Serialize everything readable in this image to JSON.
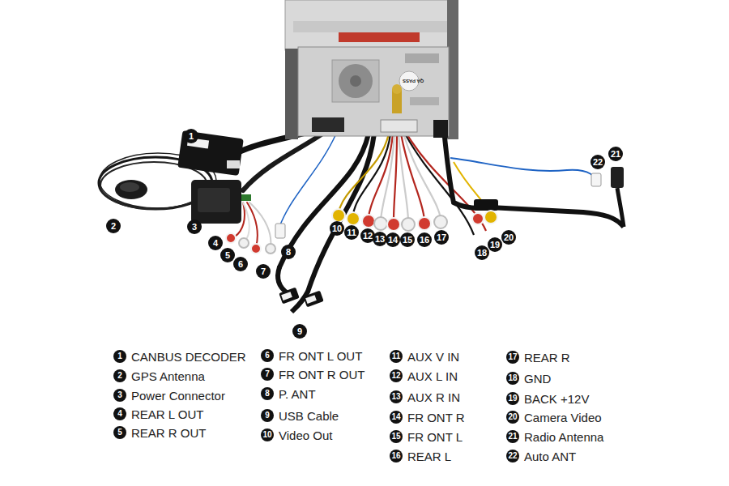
{
  "diagram": {
    "nodes": [
      {
        "text": [
          "1"
        ]
      },
      {
        "text": [
          "2"
        ]
      },
      {
        "text": [
          "3"
        ]
      },
      {
        "text": [
          "4"
        ]
      },
      {
        "text": [
          "5"
        ]
      },
      {
        "text": [
          "6"
        ]
      },
      {
        "text": [
          "7"
        ]
      },
      {
        "text": [
          "8"
        ]
      },
      {
        "text": [
          "9"
        ]
      },
      {
        "text": [
          "10"
        ]
      },
      {
        "text": [
          "11"
        ]
      },
      {
        "text": [
          "12"
        ]
      },
      {
        "text": [
          "13"
        ]
      },
      {
        "text": [
          "14"
        ]
      },
      {
        "text": [
          "15"
        ]
      },
      {
        "text": [
          "16"
        ]
      },
      {
        "text": [
          "17"
        ]
      },
      {
        "text": [
          "18"
        ]
      },
      {
        "text": [
          "19"
        ]
      },
      {
        "text": [
          "20"
        ]
      },
      {
        "text": [
          "21"
        ]
      },
      {
        "text": [
          "22"
        ]
      },
      {
        "text": [
          "1"
        ]
      },
      {
        "text": [
          "2"
        ]
      },
      {
        "text": [
          "3"
        ]
      },
      {
        "text": [
          "4"
        ]
      },
      {
        "text": [
          "5"
        ]
      },
      {
        "text": [
          "6"
        ]
      },
      {
        "text": [
          "7"
        ]
      },
      {
        "text": [
          "8"
        ]
      },
      {
        "text": [
          "9"
        ]
      },
      {
        "text": [
          "10"
        ]
      },
      {
        "text": [
          "11"
        ]
      },
      {
        "text": [
          "12"
        ]
      },
      {
        "text": [
          "13"
        ]
      },
      {
        "text": [
          "14"
        ]
      },
      {
        "text": [
          "15"
        ]
      },
      {
        "text": [
          "16"
        ]
      },
      {
        "text": [
          "17"
        ]
      },
      {
        "text": [
          "18"
        ]
      },
      {
        "text": [
          "19"
        ]
      },
      {
        "text": [
          "20"
        ]
      },
      {
        "text": [
          "21"
        ]
      },
      {
        "text": [
          "22"
        ]
      }
    ],
    "labels": [
      "CANBUS DECODER",
      "GPS Antenna",
      "Power Connector",
      "REAR L OUT",
      "REAR R OUT",
      "FR ONT L OUT",
      "FR ONT R OUT",
      "P. ANT",
      "USB Cable",
      "Video Out",
      "AUX V IN",
      "AUX L IN",
      "AUX R IN",
      "FR ONT R",
      "FR ONT L",
      "REAR L",
      "REAR R",
      "GND",
      "BACK +12V",
      "Camera Video",
      "Radio Antenna",
      "Auto ANT",
      "QA PASS"
    ]
  }
}
